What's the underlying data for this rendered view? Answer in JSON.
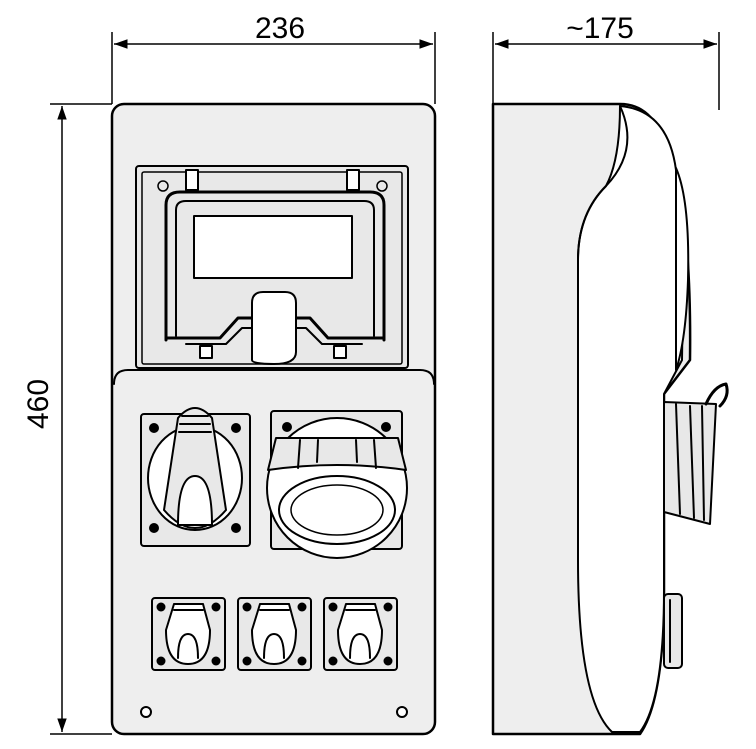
{
  "dimensions": {
    "width": "236",
    "depth": "~175",
    "height": "460"
  },
  "colors": {
    "line": "#000000",
    "body": "#eeeeee",
    "background": "#ffffff"
  }
}
